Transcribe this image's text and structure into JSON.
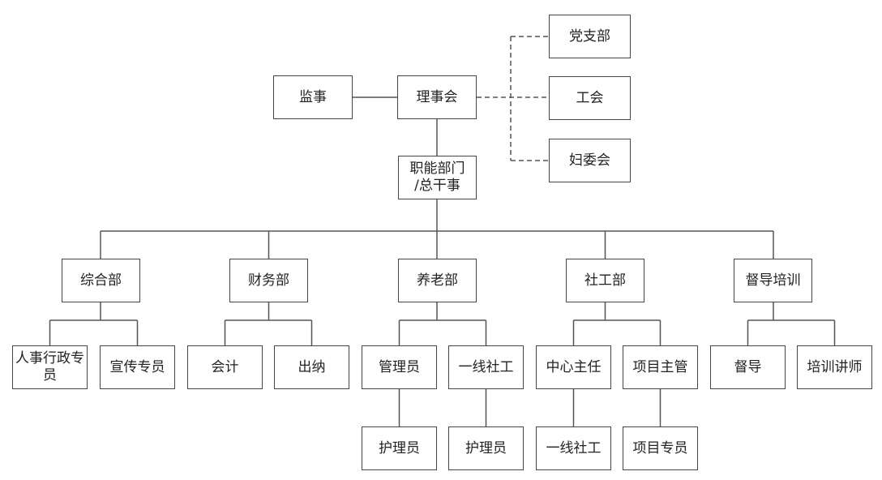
{
  "org_chart": {
    "board": "理事会",
    "supervisor": "监事",
    "party_branch": "党支部",
    "union": "工会",
    "womens_committee": "妇委会",
    "functional_dept": {
      "line1": "职能部门",
      "line2": "/总干事"
    },
    "departments": [
      {
        "label": "综合部",
        "children": [
          {
            "label": "人事行政专员"
          },
          {
            "label": "宣传专员"
          }
        ]
      },
      {
        "label": "财务部",
        "children": [
          {
            "label": "会计"
          },
          {
            "label": "出纳"
          }
        ]
      },
      {
        "label": "养老部",
        "children": [
          {
            "label": "管理员",
            "children": [
              {
                "label": "护理员"
              }
            ]
          },
          {
            "label": "一线社工",
            "children": [
              {
                "label": "护理员"
              }
            ]
          }
        ]
      },
      {
        "label": "社工部",
        "children": [
          {
            "label": "中心主任",
            "children": [
              {
                "label": "一线社工"
              }
            ]
          },
          {
            "label": "项目主管",
            "children": [
              {
                "label": "项目专员"
              }
            ]
          }
        ]
      },
      {
        "label": "督导培训",
        "children": [
          {
            "label": "督导"
          },
          {
            "label": "培训讲师"
          }
        ]
      }
    ]
  }
}
